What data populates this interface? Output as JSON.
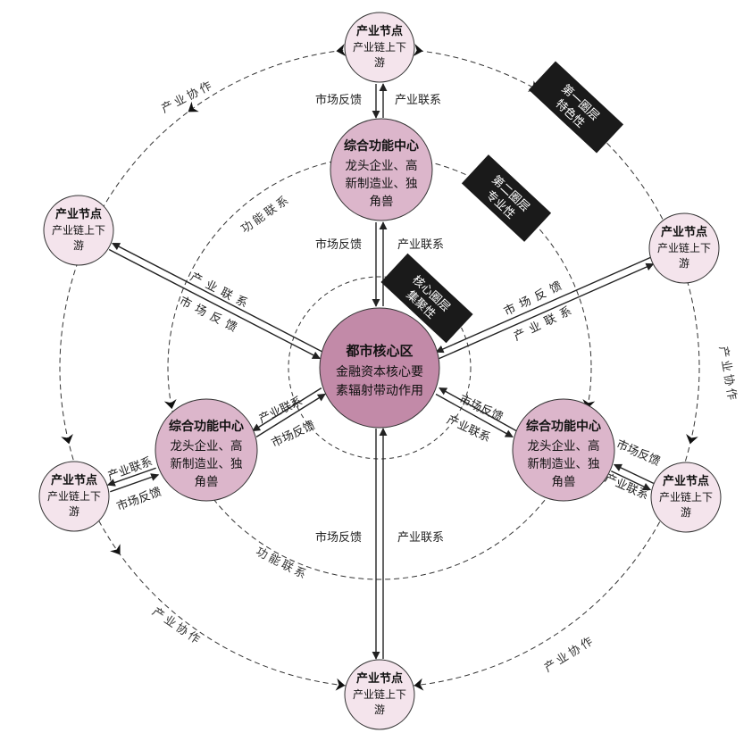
{
  "core": {
    "title": "都市核心区",
    "lines": [
      "金融资本核心要",
      "素辐射带动作用"
    ]
  },
  "function_centers": [
    {
      "title": "综合功能中心",
      "lines": [
        "龙头企业、高",
        "新制造业、独",
        "角兽"
      ]
    },
    {
      "title": "综合功能中心",
      "lines": [
        "龙头企业、高",
        "新制造业、独",
        "角兽"
      ]
    },
    {
      "title": "综合功能中心",
      "lines": [
        "龙头企业、高",
        "新制造业、独",
        "角兽"
      ]
    }
  ],
  "industry_nodes": [
    {
      "title": "产业节点",
      "lines": [
        "产业链上下",
        "游"
      ]
    },
    {
      "title": "产业节点",
      "lines": [
        "产业链上下",
        "游"
      ]
    },
    {
      "title": "产业节点",
      "lines": [
        "产业链上下",
        "游"
      ]
    },
    {
      "title": "产业节点",
      "lines": [
        "产业链上下",
        "游"
      ]
    },
    {
      "title": "产业节点",
      "lines": [
        "产业链上下",
        "游"
      ]
    },
    {
      "title": "产业节点",
      "lines": [
        "产业链上下",
        "游"
      ]
    }
  ],
  "circle_banners": [
    {
      "lines": [
        "核心圈层",
        "集聚性"
      ]
    },
    {
      "lines": [
        "第二圈层",
        "专业性"
      ]
    },
    {
      "lines": [
        "第一圈层",
        "特色性"
      ]
    }
  ],
  "link_labels": {
    "market_feedback": "市场反馈",
    "industry_link": "产业联系",
    "function_link": "功能联系",
    "industry_cooperation": "产业协作"
  },
  "colors": {
    "core_fill": "#c28aa8",
    "center_fill": "#dcb6cb",
    "node_fill": "#f4e4ec",
    "banner_fill": "#1a1a1a",
    "line": "#222222"
  }
}
